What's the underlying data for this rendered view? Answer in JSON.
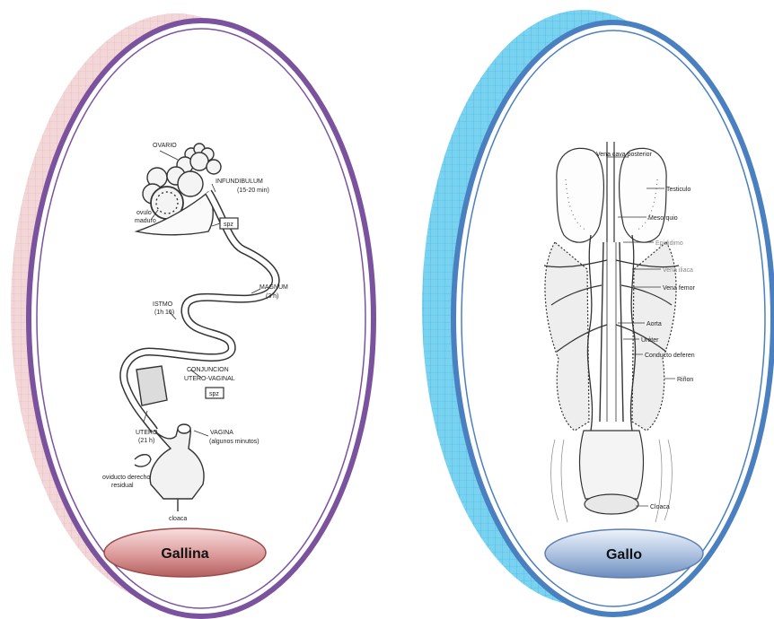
{
  "panels": {
    "hen": {
      "caption": "Gallina",
      "labels": {
        "ovario": "OVARIO",
        "ovulo": "ovulo",
        "maduro": "maduro",
        "infundibulum": "INFUNDIBULUM",
        "infundibulum_time": "(15-20 min)",
        "spz_top": "spz",
        "istmo": "ISTMO",
        "istmo_time": "(1h 15)",
        "magnum": "MAGNUM",
        "magnum_time": "(3 h)",
        "conjuncion": "CONJUNCION",
        "utero_vaginal": "UTERO-VAGINAL",
        "spz_bottom": "spz",
        "utero": "UTERO",
        "utero_time": "(21 h)",
        "vagina": "VAGINA",
        "vagina_time": "(algunos minutos)",
        "oviducto_1": "oviducto derecho",
        "oviducto_2": "residual",
        "cloaca": "cloaca"
      },
      "colors": {
        "ring": "#7b529e",
        "shadow": "#efcfd0",
        "badge": "#d98a8a"
      }
    },
    "rooster": {
      "caption": "Gallo",
      "labels": {
        "vena_cava": "Vena cava posterior",
        "testiculo": "Testiculo",
        "mesorquio": "Mesorquio",
        "epididimo": "Epididimo",
        "vena_iliaca": "Vena iliaca",
        "vena_femoral": "Vena femor",
        "aorta": "Aorta",
        "ureter": "Uréter",
        "conducto": "Conducto deferen",
        "rinon": "Riñon",
        "cloaca": "Cloaca"
      },
      "colors": {
        "ring": "#4a7fc0",
        "shadow": "#6fcdee",
        "badge": "#9ab4d8"
      }
    }
  }
}
